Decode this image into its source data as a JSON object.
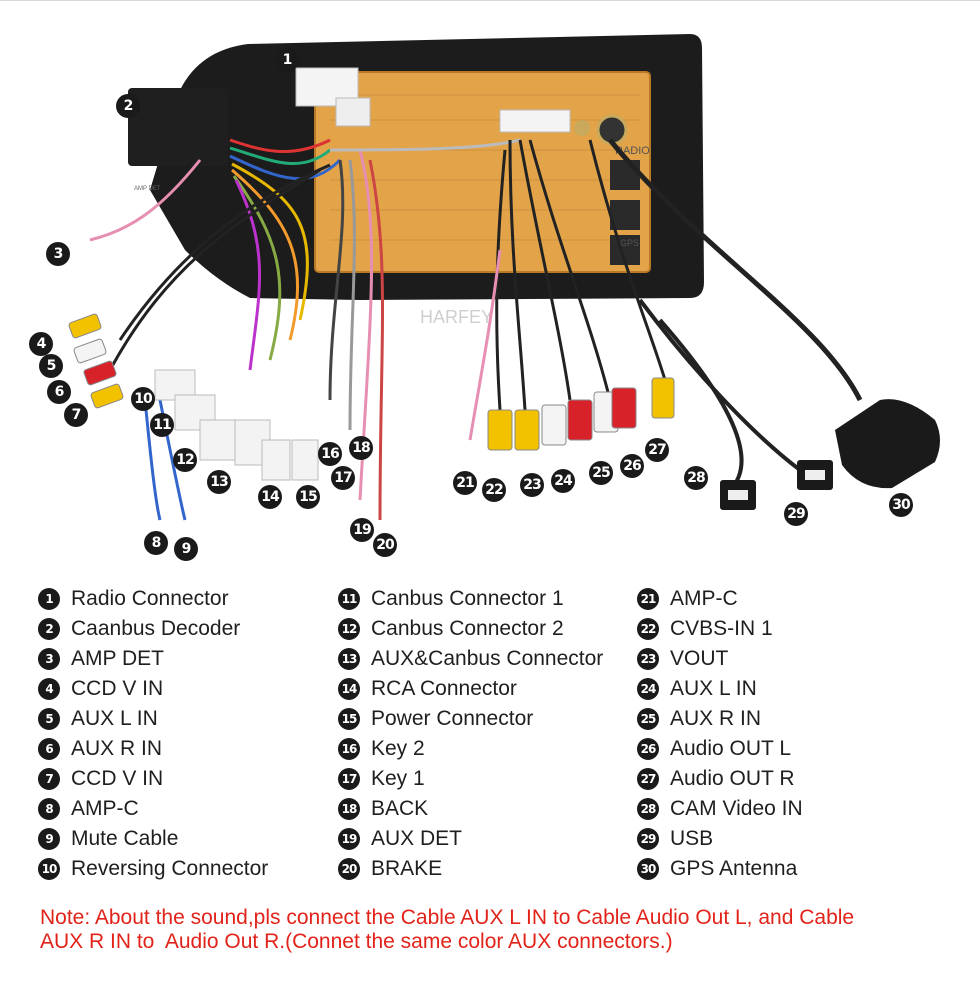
{
  "watermark": "HARFEY",
  "unit_labels": {
    "radio": "RADIO",
    "gps": "GPS"
  },
  "decoder_label": "AMP DET",
  "callouts": [
    "1",
    "2",
    "3",
    "4",
    "5",
    "6",
    "7",
    "8",
    "9",
    "10",
    "11",
    "12",
    "13",
    "14",
    "15",
    "16",
    "17",
    "18",
    "19",
    "20",
    "21",
    "22",
    "23",
    "24",
    "25",
    "26",
    "27",
    "28",
    "29",
    "30"
  ],
  "legend": {
    "col1": [
      {
        "num": "1",
        "label": "Radio Connector"
      },
      {
        "num": "2",
        "label": "Caanbus Decoder"
      },
      {
        "num": "3",
        "label": "AMP DET"
      },
      {
        "num": "4",
        "label": "CCD V IN"
      },
      {
        "num": "5",
        "label": "AUX L IN"
      },
      {
        "num": "6",
        "label": "AUX R IN"
      },
      {
        "num": "7",
        "label": "CCD V IN"
      },
      {
        "num": "8",
        "label": "AMP-C"
      },
      {
        "num": "9",
        "label": "Mute Cable"
      },
      {
        "num": "10",
        "label": "Reversing Connector"
      }
    ],
    "col2": [
      {
        "num": "11",
        "label": "Canbus Connector 1"
      },
      {
        "num": "12",
        "label": "Canbus Connector 2"
      },
      {
        "num": "13",
        "label": "AUX&Canbus Connector"
      },
      {
        "num": "14",
        "label": "RCA Connector"
      },
      {
        "num": "15",
        "label": "Power Connector"
      },
      {
        "num": "16",
        "label": "Key 2"
      },
      {
        "num": "17",
        "label": "Key 1"
      },
      {
        "num": "18",
        "label": "BACK"
      },
      {
        "num": "19",
        "label": "AUX DET"
      },
      {
        "num": "20",
        "label": "BRAKE"
      }
    ],
    "col3": [
      {
        "num": "21",
        "label": "AMP-C"
      },
      {
        "num": "22",
        "label": "CVBS-IN 1"
      },
      {
        "num": "23",
        "label": "VOUT"
      },
      {
        "num": "24",
        "label": "AUX L IN"
      },
      {
        "num": "25",
        "label": "AUX R IN"
      },
      {
        "num": "26",
        "label": "Audio OUT L"
      },
      {
        "num": "27",
        "label": "Audio OUT R"
      },
      {
        "num": "28",
        "label": "CAM Video IN"
      },
      {
        "num": "29",
        "label": "USB"
      },
      {
        "num": "30",
        "label": "GPS Antenna"
      }
    ]
  },
  "note": {
    "line1": "Note: About the sound,pls connect the Cable AUX L IN to Cable Audio Out L, and Cable",
    "line2": "AUX R IN to  Audio Out R.(Connet the same color AUX connectors.)"
  },
  "colors": {
    "note": "#e2231a",
    "badge": "#1a1a1a",
    "unit_back": "#e3a349",
    "frame": "#1c1c1c"
  }
}
